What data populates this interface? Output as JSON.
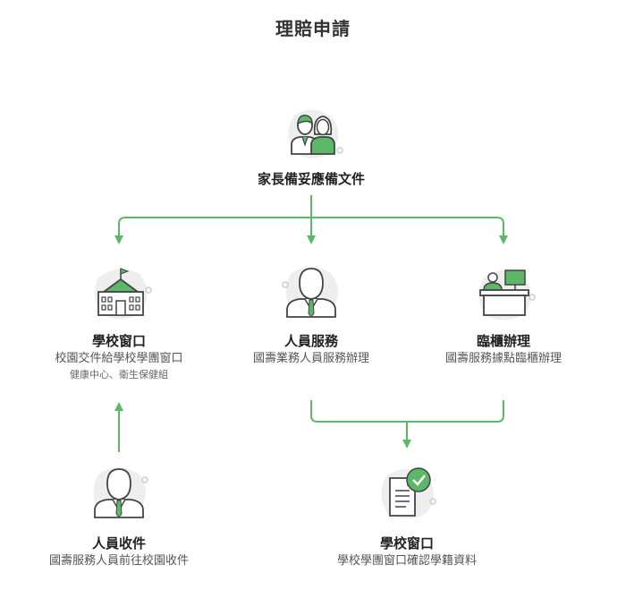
{
  "title": "理賠申請",
  "nodes": {
    "parents": {
      "title": "家長備妥應備文件",
      "icon": "parents-icon"
    },
    "school": {
      "title": "學校窗口",
      "desc": "校園交件給學校學團窗口",
      "sub": "健康中心、衛生保健組",
      "icon": "school-icon"
    },
    "staff": {
      "title": "人員服務",
      "desc": "國壽業務人員服務辦理",
      "icon": "staff-icon"
    },
    "counter": {
      "title": "臨櫃辦理",
      "desc": "國壽服務據點臨櫃辦理",
      "icon": "counter-icon"
    },
    "collect": {
      "title": "人員收件",
      "desc": "國壽服務人員前往校園收件",
      "icon": "collector-icon"
    },
    "verify": {
      "title": "學校窗口",
      "desc": "學校學團窗口確認學籍資料",
      "icon": "document-check-icon"
    }
  },
  "colors": {
    "accent": "#5cb868",
    "blob": "#eeeeee",
    "line": "#444444"
  }
}
